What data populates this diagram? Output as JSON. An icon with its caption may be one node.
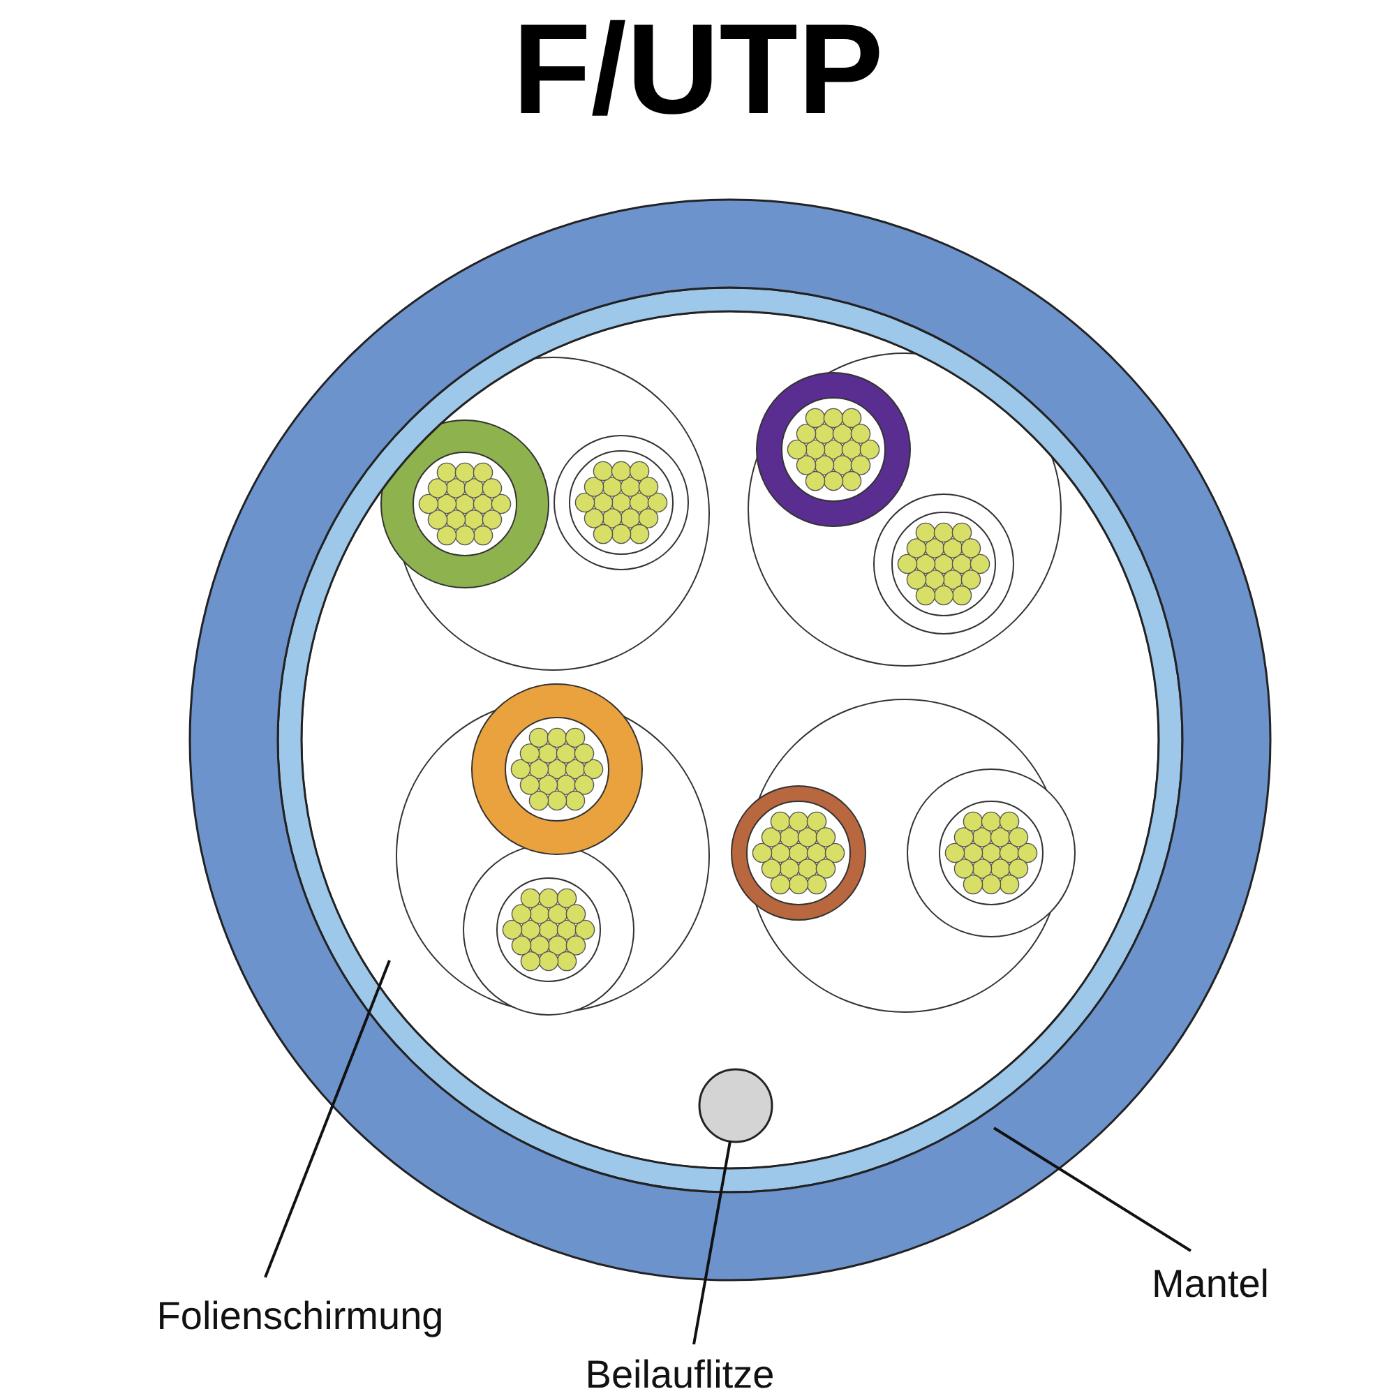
{
  "diagram": {
    "title": "F/UTP",
    "nodes": [
      {
        "text": [
          "Folienschirmung"
        ]
      },
      {
        "text": [
          "Beilauflitze"
        ]
      },
      {
        "text": [
          "Mantel"
        ]
      },
      {
        "text": [],
        "shape": "circle",
        "in": 5
      },
      {
        "text": [],
        "shape": "circle",
        "in": 3
      },
      {
        "text": [],
        "shape": "circle"
      }
    ],
    "edges": [
      {
        "from": 0,
        "to": 3,
        "arrow": "none"
      },
      {
        "from": 1,
        "to": 4,
        "arrow": "none"
      },
      {
        "from": 2,
        "to": 5,
        "arrow": "none"
      }
    ]
  }
}
